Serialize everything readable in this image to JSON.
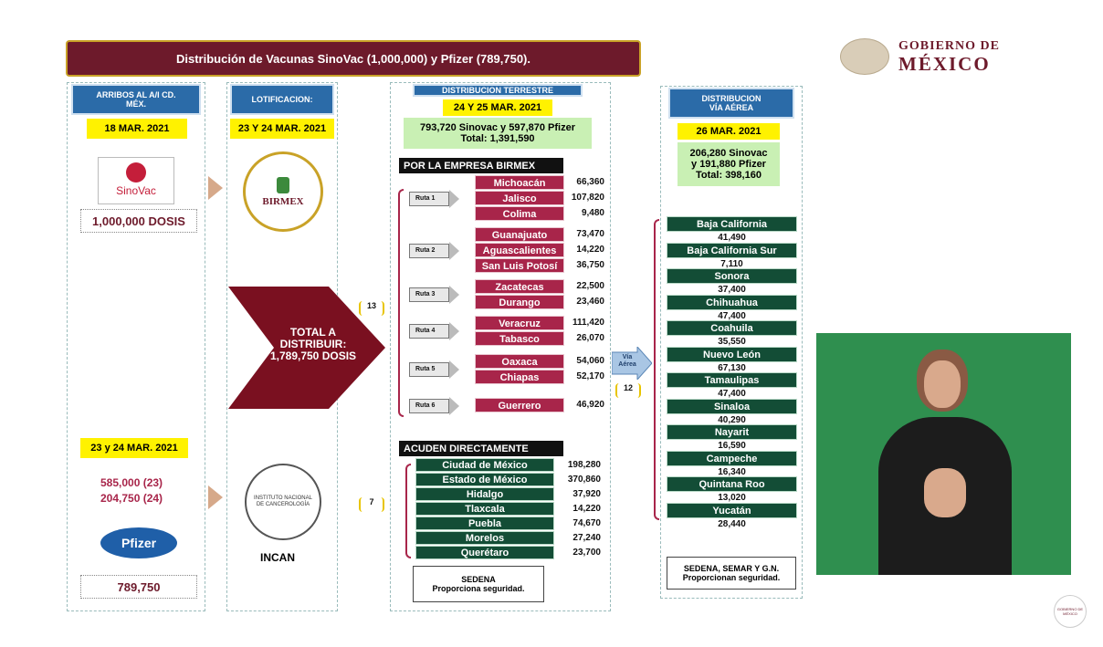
{
  "title": "Distribución de Vacunas SinoVac  (1,000,000) y Pfizer (789,750).",
  "gobierno": {
    "line1": "GOBIERNO DE",
    "line2": "MÉXICO"
  },
  "col1": {
    "header": "ARRIBOS AL A/I CD. MÉX.",
    "date1": "18 MAR. 2021",
    "sinovac_logo": "SinoVac",
    "sinovac_dose": "1,000,000 DOSIS",
    "date2": "23 y 24 MAR. 2021",
    "pfizer_line1": "585,000 (23)",
    "pfizer_line2": "204,750 (24)",
    "pfizer_logo": "Pfizer",
    "pfizer_total": "789,750"
  },
  "col2": {
    "header": "LOTIFICACION:",
    "date": "23 Y 24 MAR. 2021",
    "birmex_logo": "BIRMEX",
    "incan_label": "INCAN",
    "incan_ring": "INSTITUTO NACIONAL DE CANCEROLOGÍA"
  },
  "total": {
    "line1": "TOTAL A",
    "line2": "DISTRIBUIR:",
    "line3": "1,789,750 DOSIS"
  },
  "terrestre": {
    "header": "DISTRIBUCION TERRESTRE",
    "date": "24 Y 25 MAR. 2021",
    "summary1": "793,720 Sinovac y 597,870 Pfizer",
    "summary2": "Total: 1,391,590",
    "birmex_title": "POR LA EMPRESA BIRMEX",
    "birmex_count": "13",
    "routes": [
      {
        "label": "Ruta 1",
        "states": [
          {
            "name": "Michoacán",
            "value": "66,360"
          },
          {
            "name": "Jalisco",
            "value": "107,820"
          },
          {
            "name": "Colima",
            "value": "9,480"
          }
        ]
      },
      {
        "label": "Ruta 2",
        "states": [
          {
            "name": "Guanajuato",
            "value": "73,470"
          },
          {
            "name": "Aguascalientes",
            "value": "14,220"
          },
          {
            "name": "San Luis Potosí",
            "value": "36,750"
          }
        ]
      },
      {
        "label": "Ruta 3",
        "states": [
          {
            "name": "Zacatecas",
            "value": "22,500"
          },
          {
            "name": "Durango",
            "value": "23,460"
          }
        ]
      },
      {
        "label": "Ruta 4",
        "states": [
          {
            "name": "Veracruz",
            "value": "111,420"
          },
          {
            "name": "Tabasco",
            "value": "26,070"
          }
        ]
      },
      {
        "label": "Ruta 5",
        "states": [
          {
            "name": "Oaxaca",
            "value": "54,060"
          },
          {
            "name": "Chiapas",
            "value": "52,170"
          }
        ]
      },
      {
        "label": "Ruta 6",
        "states": [
          {
            "name": "Guerrero",
            "value": "46,920"
          }
        ]
      }
    ],
    "directo_title": "ACUDEN DIRECTAMENTE",
    "directo_count": "7",
    "directo": [
      {
        "name": "Ciudad de México",
        "value": "198,280"
      },
      {
        "name": "Estado de México",
        "value": "370,860"
      },
      {
        "name": "Hidalgo",
        "value": "37,920"
      },
      {
        "name": "Tlaxcala",
        "value": "14,220"
      },
      {
        "name": "Puebla",
        "value": "74,670"
      },
      {
        "name": "Morelos",
        "value": "27,240"
      },
      {
        "name": "Querétaro",
        "value": "23,700"
      }
    ],
    "security1": "SEDENA",
    "security2": "Proporciona seguridad."
  },
  "via_aerea": {
    "line1": "Vía",
    "line2": "Aérea",
    "count": "12"
  },
  "aerea": {
    "header1": "DISTRIBUCION",
    "header2": "VÍA AÉREA",
    "date": "26 MAR. 2021",
    "summary1": "206,280 Sinovac",
    "summary2": "y 191,880 Pfizer",
    "summary3": "Total: 398,160",
    "states": [
      {
        "name": "Baja California",
        "value": "41,490"
      },
      {
        "name": "Baja California Sur",
        "value": "7,110"
      },
      {
        "name": "Sonora",
        "value": "37,400"
      },
      {
        "name": "Chihuahua",
        "value": "47,400"
      },
      {
        "name": "Coahuila",
        "value": "35,550"
      },
      {
        "name": "Nuevo León",
        "value": "67,130"
      },
      {
        "name": "Tamaulipas",
        "value": "47,400"
      },
      {
        "name": "Sinaloa",
        "value": "40,290"
      },
      {
        "name": "Nayarit",
        "value": "16,590"
      },
      {
        "name": "Campeche",
        "value": "16,340"
      },
      {
        "name": "Quintana Roo",
        "value": "13,020"
      },
      {
        "name": "Yucatán",
        "value": "28,440"
      }
    ],
    "security1": "SEDENA, SEMAR Y G.N.",
    "security2": "Proporcionan seguridad."
  },
  "corner_logo": "GOBIERNO DE MÉXICO",
  "colors": {
    "guinda": "#6d1a2b",
    "route_red": "#a8254a",
    "dark_green": "#134d36",
    "header_blue": "#2b6ba8",
    "yellow": "#fff200"
  }
}
